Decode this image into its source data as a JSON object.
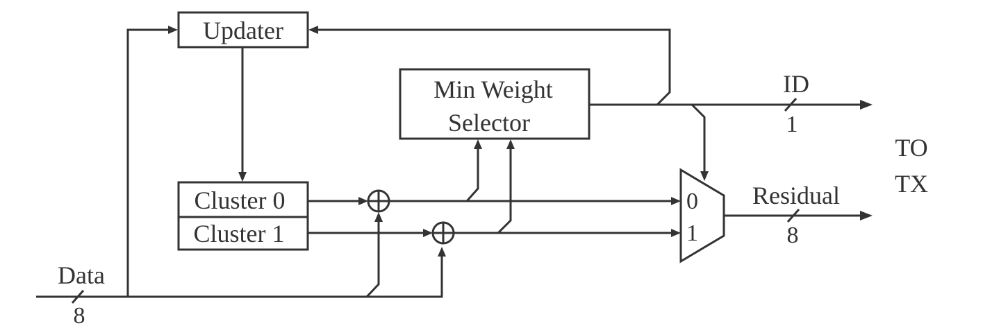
{
  "blocks": {
    "updater": "Updater",
    "selector_line1": "Min Weight",
    "selector_line2": "Selector",
    "cluster0": "Cluster 0",
    "cluster1": "Cluster 1"
  },
  "mux": {
    "input0": "0",
    "input1": "1"
  },
  "signals": {
    "data": {
      "name": "Data",
      "width": "8"
    },
    "id": {
      "name": "ID",
      "width": "1"
    },
    "residual": {
      "name": "Residual",
      "width": "8"
    }
  },
  "destination": {
    "line1": "TO",
    "line2": "TX"
  },
  "colors": {
    "stroke": "#333333",
    "background": "#ffffff"
  }
}
